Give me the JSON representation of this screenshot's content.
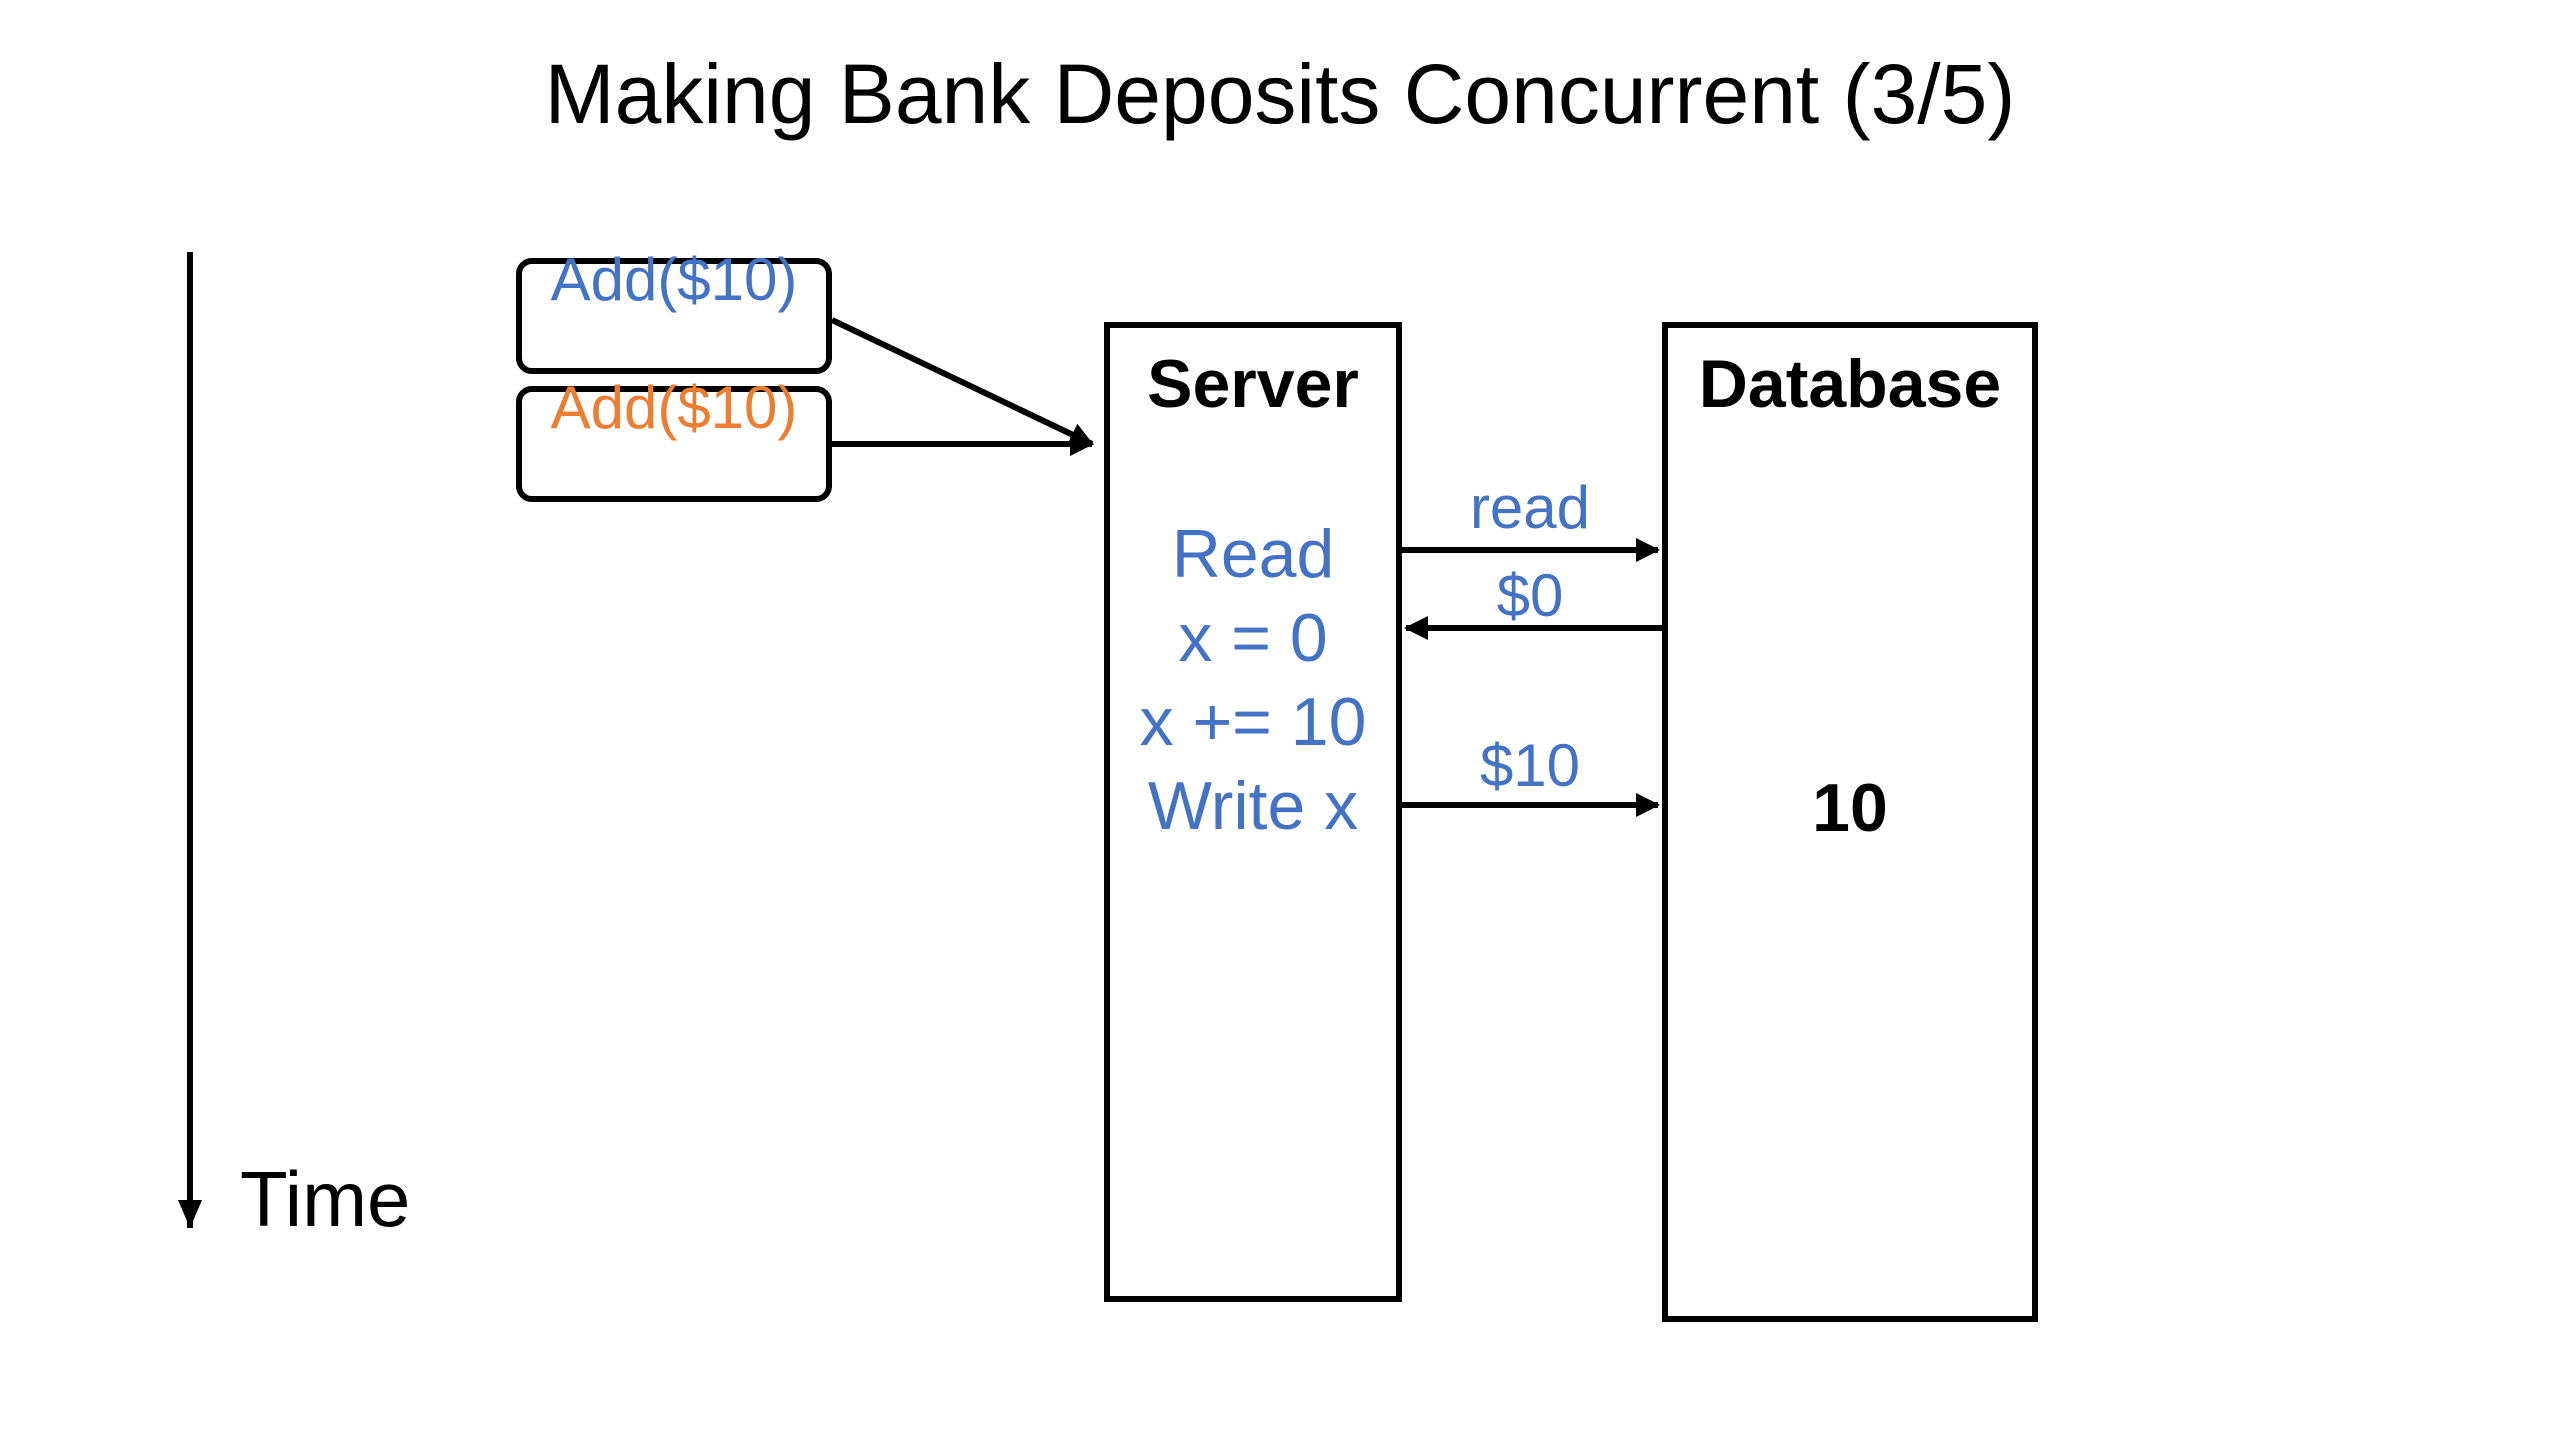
{
  "title": "Making Bank Deposits Concurrent (3/5)",
  "colors": {
    "blue": "#4472C4",
    "orange": "#ED7D31",
    "black": "#000000"
  },
  "time_axis": {
    "label": "Time"
  },
  "requests": [
    {
      "label": "Add($10)",
      "color_name": "blue"
    },
    {
      "label": "Add($10)",
      "color_name": "orange"
    }
  ],
  "server": {
    "heading": "Server",
    "steps": [
      "Read",
      "x = 0",
      "x += 10",
      "Write x"
    ]
  },
  "messages": {
    "read": "read",
    "zero": "$0",
    "ten": "$10"
  },
  "database": {
    "heading": "Database",
    "value": "10"
  }
}
